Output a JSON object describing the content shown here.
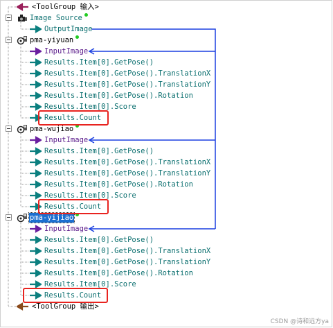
{
  "tree": {
    "group_in": "<ToolGroup 输入>",
    "image_source": "Image Source",
    "output_image": "OutputImage",
    "group_out": "<ToolGroup 输出>",
    "tools": [
      {
        "name": "pma-yiyuan",
        "input": "InputImage",
        "outputs": [
          "Results.Item[0].GetPose()",
          "Results.Item[0].GetPose().TranslationX",
          "Results.Item[0].GetPose().TranslationY",
          "Results.Item[0].GetPose().Rotation",
          "Results.Item[0].Score",
          "Results.Count"
        ]
      },
      {
        "name": "pma-wujiao",
        "input": "InputImage",
        "outputs": [
          "Results.Item[0].GetPose()",
          "Results.Item[0].GetPose().TranslationX",
          "Results.Item[0].GetPose().TranslationY",
          "Results.Item[0].GetPose().Rotation",
          "Results.Item[0].Score",
          "Results.Count"
        ]
      },
      {
        "name": "pma-yijiao",
        "input": "InputImage",
        "outputs": [
          "Results.Item[0].GetPose()",
          "Results.Item[0].GetPose().TranslationX",
          "Results.Item[0].GetPose().TranslationY",
          "Results.Item[0].GetPose().Rotation",
          "Results.Item[0].Score",
          "Results.Count"
        ]
      }
    ],
    "selected_tool": "pma-yijiao"
  },
  "watermark": "CSDN @诗和远方ya",
  "colors": {
    "output_arrow": "#0b7f7f",
    "input_arrow": "#6a1fa0",
    "link_line": "#1a3fe0",
    "highlight": "#e8231f",
    "group_arrow": "#9a1f5a"
  }
}
